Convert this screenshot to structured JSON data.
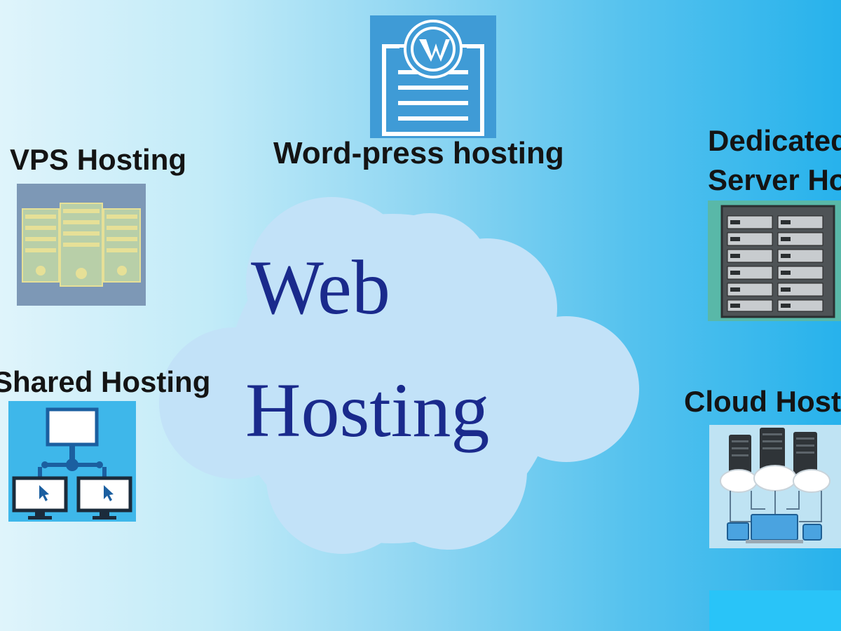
{
  "center": {
    "line1": "Web",
    "line2": "Hosting"
  },
  "types": {
    "wordpress": "Word-press hosting",
    "vps": "VPS Hosting",
    "shared": "Shared Hosting",
    "dedicated_line1": "Dedicated",
    "dedicated_line2": "Server Ho",
    "cloud": "Cloud Host"
  },
  "icons": {
    "wordpress": "wordpress-server-icon",
    "vps": "vps-server-icon",
    "shared": "shared-network-icon",
    "dedicated": "server-rack-icon",
    "cloud": "cloud-servers-icon"
  },
  "colors": {
    "center_text": "#1a2a8c",
    "cloud_fill": "#c2e2f8",
    "label_text": "#141414",
    "background_right": "#27b2ec",
    "corner_block": "#29c4f8"
  }
}
